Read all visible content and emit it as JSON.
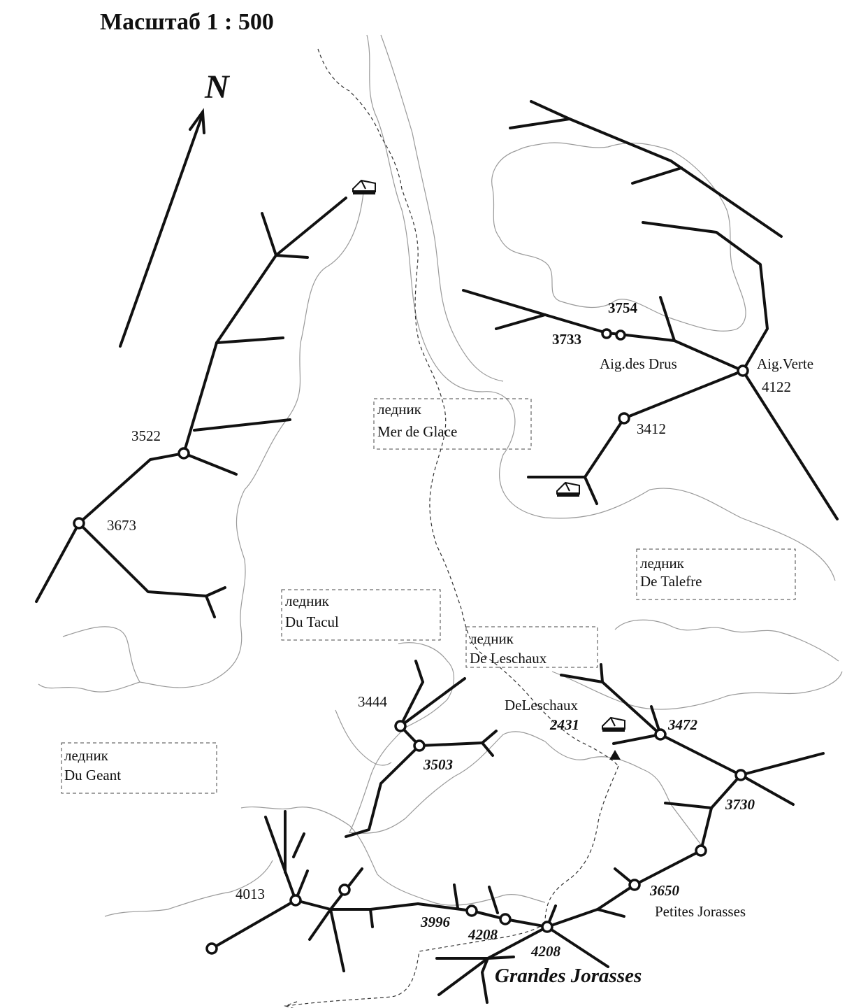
{
  "scale_label": "Масштаб   1 : 500",
  "north_label": "N",
  "glaciers": [
    {
      "line1": "ледник",
      "line2": "Mer de Glace"
    },
    {
      "line1": "ледник",
      "line2": "De Talefre"
    },
    {
      "line1": "ледник",
      "line2": "Du Tacul"
    },
    {
      "line1": "ледник",
      "line2": "De Leschaux"
    },
    {
      "line1": "ледник",
      "line2": "Du Geant"
    }
  ],
  "peaks": {
    "aig_des_drus": "Aig.des Drus",
    "aig_verte": "Aig.Verte",
    "petites_jorasses": "Petites Jorasses",
    "grandes_jorasses": "Grandes Jorasses",
    "deleschaux": "DeLeschaux"
  },
  "elevations": {
    "e3754": "3754",
    "e3733": "3733",
    "e4122": "4122",
    "e3412": "3412",
    "e3522": "3522",
    "e3673": "3673",
    "e3444": "3444",
    "e3503": "3503",
    "e2431": "2431",
    "e3472": "3472",
    "e3730": "3730",
    "e3650": "3650",
    "e4013": "4013",
    "e3996": "3996",
    "e4208a": "4208",
    "e4208b": "4208"
  },
  "icons": [
    "hut-icon",
    "summit-triangle-icon",
    "peak-circle-icon",
    "north-arrow-icon"
  ]
}
